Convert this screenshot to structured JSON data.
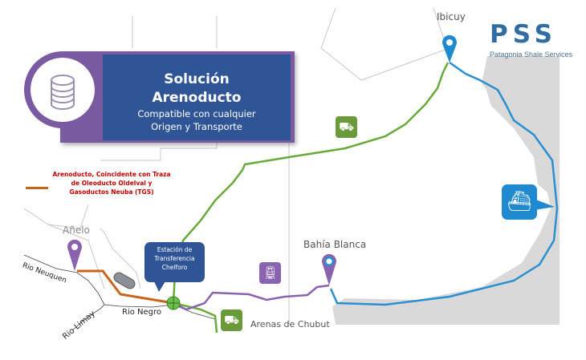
{
  "header": {
    "title_line1": "Solución",
    "title_line2": "Arenoducto",
    "subtitle_line1": "Compatible con cualquier",
    "subtitle_line2": "Origen y Transporte",
    "icon": "coin-stack-icon"
  },
  "legend": {
    "text": "Arenoducto, Coincidente con Traza de Oleoducto Oldelval y Gasoductos Neuba (TGS)",
    "color": "#c8651b"
  },
  "logo": {
    "mark": "PSS",
    "name": "Patagonia Shale Services"
  },
  "places": {
    "ibicuy": "Ibicuy",
    "anelo": "Añelo",
    "bahia_blanca": "Bahía Blanca",
    "arenas_chubut": "Arenas de Chubut",
    "rio_neuquen": "Rio Neuquen",
    "rio_limay": "Rio Limay",
    "rio_negro": "Rio Negro"
  },
  "callout": {
    "line1": "Estación de",
    "line2": "Transferencia",
    "line3": "Chelforo"
  },
  "transport": {
    "truck": "truck-icon",
    "train": "train-icon",
    "ship": "ship-icon"
  },
  "colors": {
    "truck_route": "#6aaa3a",
    "train_route": "#8a63b0",
    "ship_route": "#2a8fd0",
    "pipeline": "#c8651b",
    "header": "#2f5597"
  }
}
